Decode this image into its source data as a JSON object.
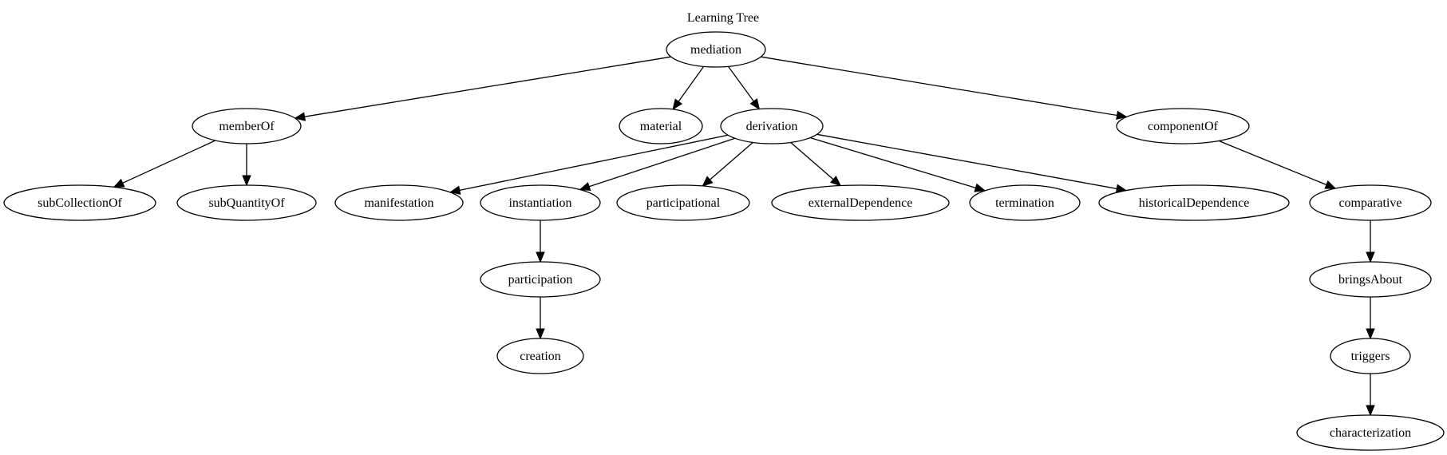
{
  "title": "Learning Tree",
  "nodes": [
    {
      "id": "mediation",
      "label": "mediation"
    },
    {
      "id": "memberOf",
      "label": "memberOf"
    },
    {
      "id": "material",
      "label": "material"
    },
    {
      "id": "derivation",
      "label": "derivation"
    },
    {
      "id": "componentOf",
      "label": "componentOf"
    },
    {
      "id": "subCollectionOf",
      "label": "subCollectionOf"
    },
    {
      "id": "subQuantityOf",
      "label": "subQuantityOf"
    },
    {
      "id": "manifestation",
      "label": "manifestation"
    },
    {
      "id": "instantiation",
      "label": "instantiation"
    },
    {
      "id": "participational",
      "label": "participational"
    },
    {
      "id": "externalDependence",
      "label": "externalDependence"
    },
    {
      "id": "termination",
      "label": "termination"
    },
    {
      "id": "historicalDependence",
      "label": "historicalDependence"
    },
    {
      "id": "comparative",
      "label": "comparative"
    },
    {
      "id": "participation",
      "label": "participation"
    },
    {
      "id": "bringsAbout",
      "label": "bringsAbout"
    },
    {
      "id": "creation",
      "label": "creation"
    },
    {
      "id": "triggers",
      "label": "triggers"
    },
    {
      "id": "characterization",
      "label": "characterization"
    }
  ],
  "edges": [
    {
      "from": "mediation",
      "to": "memberOf"
    },
    {
      "from": "mediation",
      "to": "material"
    },
    {
      "from": "mediation",
      "to": "derivation"
    },
    {
      "from": "mediation",
      "to": "componentOf"
    },
    {
      "from": "memberOf",
      "to": "subCollectionOf"
    },
    {
      "from": "memberOf",
      "to": "subQuantityOf"
    },
    {
      "from": "derivation",
      "to": "manifestation"
    },
    {
      "from": "derivation",
      "to": "instantiation"
    },
    {
      "from": "derivation",
      "to": "participational"
    },
    {
      "from": "derivation",
      "to": "externalDependence"
    },
    {
      "from": "derivation",
      "to": "termination"
    },
    {
      "from": "derivation",
      "to": "historicalDependence"
    },
    {
      "from": "componentOf",
      "to": "comparative"
    },
    {
      "from": "instantiation",
      "to": "participation"
    },
    {
      "from": "participation",
      "to": "creation"
    },
    {
      "from": "comparative",
      "to": "bringsAbout"
    },
    {
      "from": "bringsAbout",
      "to": "triggers"
    },
    {
      "from": "triggers",
      "to": "characterization"
    }
  ]
}
